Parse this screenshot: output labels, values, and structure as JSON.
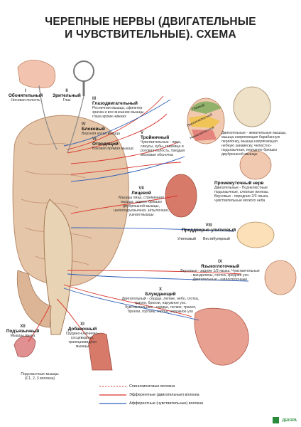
{
  "title": {
    "line1": "ЧЕРЕПНЫЕ НЕРВЫ (ДВИГАТЕЛЬНЫЕ",
    "line2": "И ЧУВСТВИТЕЛЬНЫЕ). СХЕМА"
  },
  "nerves": {
    "n1": {
      "num": "I",
      "name": "Обонятельный",
      "desc": "Носовая полость"
    },
    "n2": {
      "num": "II",
      "name": "Зрительный",
      "desc": "Глаз"
    },
    "n3": {
      "num": "III",
      "name": "Глазодвигательный",
      "desc": "Ресничная мышца, сфинктер зрачка и все внешние мышцы глаза кроме нижних"
    },
    "n4": {
      "num": "IV",
      "name": "Блоковый",
      "desc": "Верхняя косая мышца"
    },
    "n5": {
      "num": "V",
      "name": "Тройничный",
      "desc": "Чувствительные - лицо, синусы, зубы, глазница и ротовая полость, твердая мозговая оболочка"
    },
    "n6": {
      "num": "VI",
      "name": "Отводящий",
      "desc": "Боковая прямая мышца"
    },
    "n7": {
      "num": "VII",
      "name": "Лицевой",
      "desc": "Мышцы лица, стременная мышца, заднее брюшко двубрюшной мышцы, шилоподъязычная, затылочная, ушная мышцы"
    },
    "n8": {
      "num": "VIII",
      "name": "Преддверно-улитковый",
      "sub1": "Улитковый",
      "sub2": "Вестибулярный"
    },
    "n9": {
      "num": "IX",
      "name": "Языкоглоточный",
      "desc": "Вкусовые - задние 1/3 языка. Чувствительные - миндалины, глотка, среднее ухо. Двигательные - шилоглоточные"
    },
    "n10": {
      "num": "X",
      "name": "Блуждающий",
      "desc": "Двигательный - сердце, легкие, небо, глотка, трахея, бронхи, наружное ухо. Чувствительные - сердце, легкие, трахея, бронхи, гортань, глотка, наружное ухо"
    },
    "n11": {
      "num": "XI",
      "name": "Добавочный",
      "desc": "Грудино-ключично-сосцевидная, трапециевидная мышцы"
    },
    "n12": {
      "num": "XII",
      "name": "Подъязычный",
      "desc": "Мышцы языка"
    }
  },
  "trigeminal_motor": {
    "text": "Двигательные - жевательные мышцы, мышца напрягающая барабанную перепонку, мышца напрягающая небную занавеску, челюстно-подъязычная, переднее брюшко двубрюшной мышцы"
  },
  "intermediate": {
    "name": "Промежуточный нерв",
    "desc": "Двигательные - Подчелюстные подъязычные, слезные железы. Вкусовые - передние 2/3 языка, чувствительные мягкого неба"
  },
  "face_labels": {
    "l1": "Глазной",
    "l2": "Верхнечелюстной",
    "l3": "Нижнечелюстной"
  },
  "hypoglossal_note": {
    "line1": "Подъязычные мышцы",
    "line2": "(C1, 2, 3 волокна)"
  },
  "legend": {
    "spinal": "Спинномозговые волокна",
    "efferent": "Эфферентные (двигательные) волокна",
    "afferent": "Афферентные (чувствительные) волокна"
  },
  "colors": {
    "efferent": "#d9342b",
    "afferent": "#2f5fb8",
    "spinal": "#d9342b",
    "brain": "#e6c6a8",
    "brainstem": "#e8d3b5"
  },
  "logo": {
    "text": "ДЕКОРА"
  }
}
